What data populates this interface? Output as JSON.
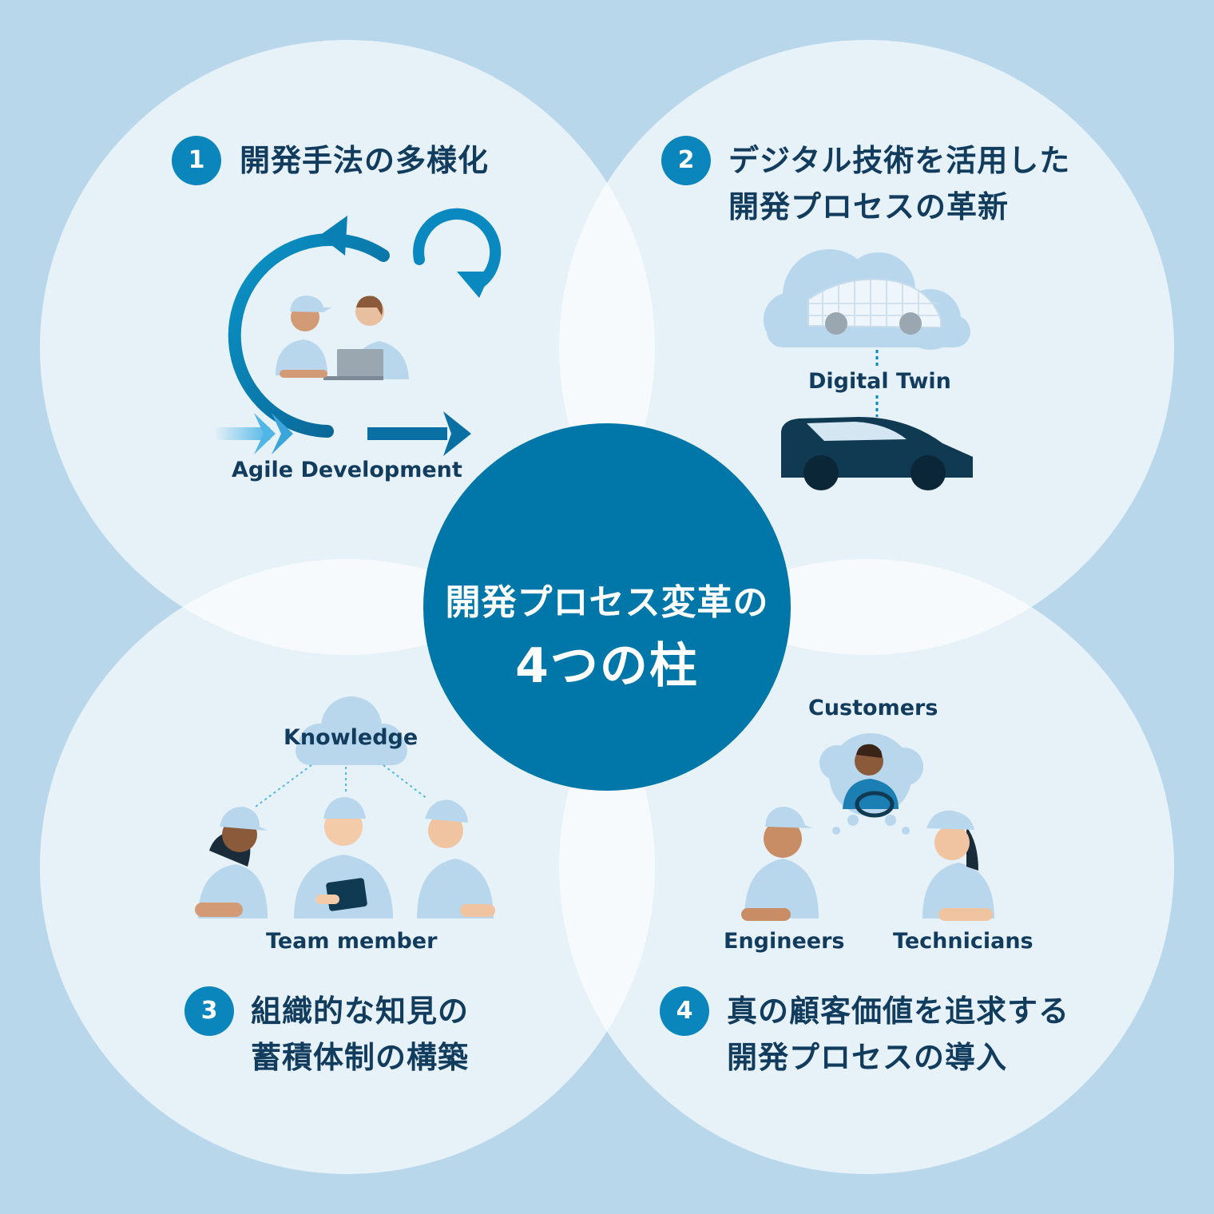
{
  "center": {
    "line1": "開発プロセス変革の",
    "line2": "4つの柱"
  },
  "pillars": [
    {
      "number": "1",
      "title_lines": [
        "開発手法の多様化"
      ],
      "labels": [
        "Agile Development"
      ]
    },
    {
      "number": "2",
      "title_lines": [
        "デジタル技術を活用した",
        "開発プロセスの革新"
      ],
      "labels": [
        "Digital Twin"
      ]
    },
    {
      "number": "3",
      "title_lines": [
        "組織的な知見の",
        "蓄積体制の構築"
      ],
      "labels": [
        "Knowledge",
        "Team member"
      ]
    },
    {
      "number": "4",
      "title_lines": [
        "真の顧客価値を追求する",
        "開発プロセスの導入"
      ],
      "labels": [
        "Customers",
        "Engineers",
        "Technicians"
      ]
    }
  ],
  "colors": {
    "background": "#b9d7ea",
    "center": "#0077a8",
    "badge": "#0a86bd",
    "text": "#123c5d",
    "accent_light": "#4fb6e6",
    "car_dark": "#0f3a52",
    "uniform": "#b8d7ec"
  }
}
